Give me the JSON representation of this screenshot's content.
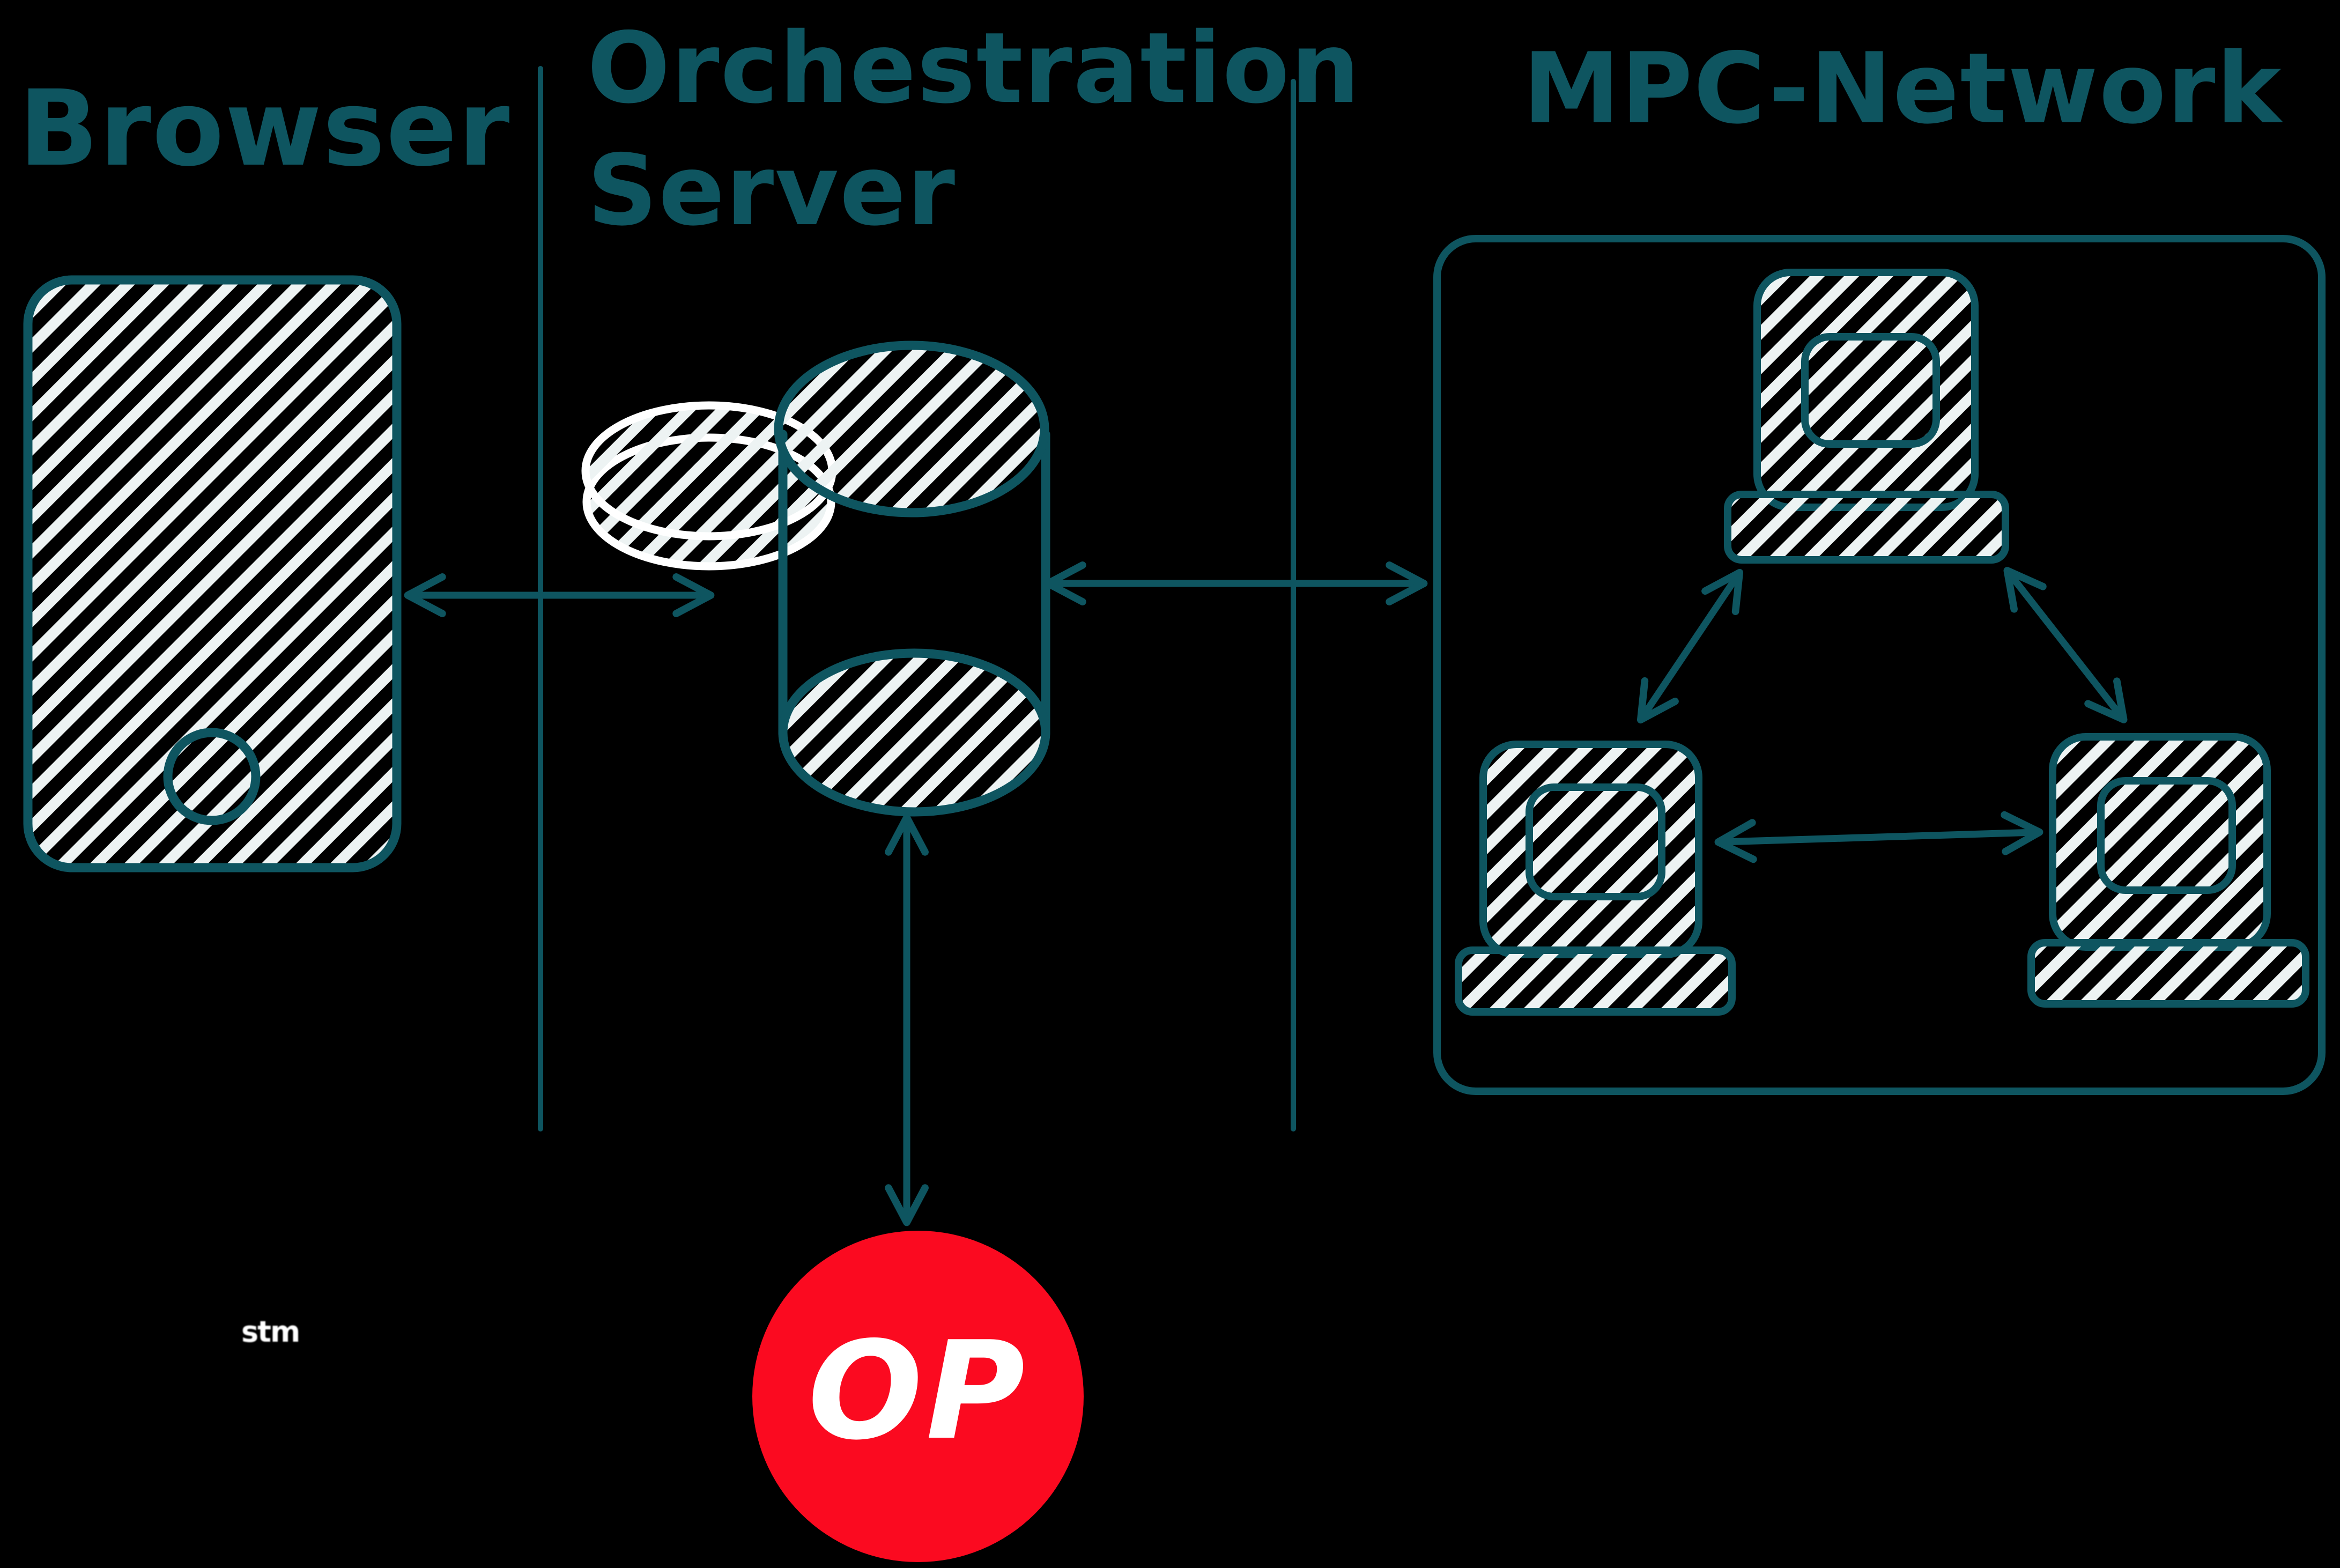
{
  "labels": {
    "browser": "Browser",
    "orchestration_line1": "Orchestration",
    "orchestration_line2": "Server",
    "mpc_network": "MPC-Network",
    "op": "OP",
    "watermark": "stm"
  },
  "colors": {
    "background": "#000000",
    "stroke": "#0e5560",
    "hatch_fill": "#edf3f3",
    "disc_stroke": "#ffffff",
    "op_red": "#fb0a20",
    "op_text": "#ffffff"
  },
  "structure": {
    "sections": [
      "Browser",
      "Orchestration Server",
      "MPC-Network"
    ],
    "nodes": [
      "browser-window",
      "session-disc",
      "database-cylinder",
      "mpc-network-box",
      "mpc-computer-top",
      "mpc-computer-left",
      "mpc-computer-right",
      "op-badge"
    ],
    "connections": [
      {
        "from": "browser-window",
        "to": "session-disc",
        "type": "double-arrow"
      },
      {
        "from": "database-cylinder",
        "to": "mpc-network-box",
        "type": "double-arrow"
      },
      {
        "from": "database-cylinder",
        "to": "op-badge",
        "type": "double-arrow"
      },
      {
        "from": "mpc-computer-top",
        "to": "mpc-computer-left",
        "type": "double-arrow"
      },
      {
        "from": "mpc-computer-top",
        "to": "mpc-computer-right",
        "type": "double-arrow"
      },
      {
        "from": "mpc-computer-left",
        "to": "mpc-computer-right",
        "type": "double-arrow"
      }
    ]
  }
}
